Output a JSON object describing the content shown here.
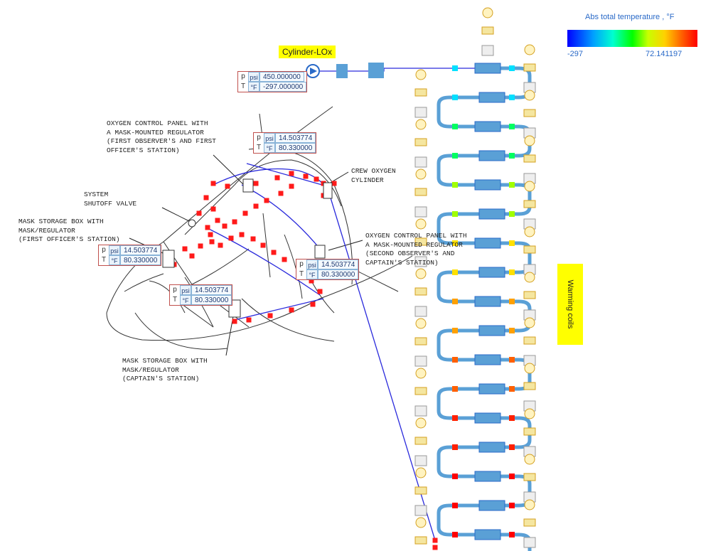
{
  "title_tag": "Cylinder-LOx",
  "legend": {
    "title": "Abs total temperature , °F",
    "min": "-297",
    "max": "72.141197",
    "colors": [
      "#0000ff",
      "#00a0ff",
      "#00ffd0",
      "#00ff00",
      "#c8ff00",
      "#ffd000",
      "#ff6000",
      "#ff0000"
    ]
  },
  "warming_label": "Warming coils",
  "callouts": {
    "control_panel_1": "OXYGEN CONTROL PANEL WITH\nA MASK-MOUNTED REGULATOR\n(FIRST OBSERVER'S AND FIRST\nOFFICER'S STATION)",
    "crew_cylinder": "CREW OXYGEN\nCYLINDER",
    "shutoff_valve": "SYSTEM\nSHUTOFF VALVE",
    "mask_box_first": "MASK STORAGE BOX WITH\nMASK/REGULATOR\n(FIRST OFFICER'S STATION)",
    "control_panel_2": "OXYGEN CONTROL PANEL WITH\nA MASK-MOUNTED REGULATOR\n(SECOND OBSERVER'S AND\nCAPTAIN'S STATION)",
    "mask_box_captain": "MASK STORAGE BOX WITH\nMASK/REGULATOR\n(CAPTAIN'S STATION)"
  },
  "readouts": {
    "source": {
      "p_sym": "p",
      "p_unit": "psi",
      "p_val": "450.000000",
      "t_sym": "T",
      "t_unit": "°F",
      "t_val": "-297.000000"
    },
    "panel_1": {
      "p_sym": "p",
      "p_unit": "psi",
      "p_val": "14.503774",
      "t_sym": "T",
      "t_unit": "°F",
      "t_val": "80.330000"
    },
    "mask_fo": {
      "p_sym": "p",
      "p_unit": "psi",
      "p_val": "14.503774",
      "t_sym": "T",
      "t_unit": "°F",
      "t_val": "80.330000"
    },
    "panel_2": {
      "p_sym": "p",
      "p_unit": "psi",
      "p_val": "14.503774",
      "t_sym": "T",
      "t_unit": "°F",
      "t_val": "80.330000"
    },
    "mask_cap": {
      "p_sym": "p",
      "p_unit": "psi",
      "p_val": "14.503774",
      "t_sym": "T",
      "t_unit": "°F",
      "t_val": "80.330000"
    }
  }
}
